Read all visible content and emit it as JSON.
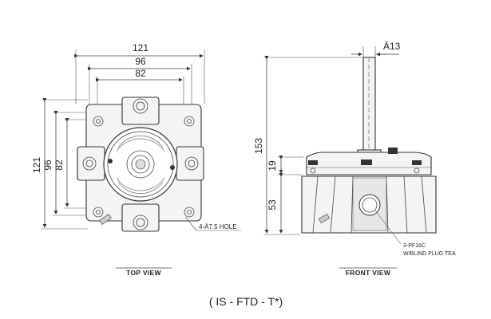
{
  "top_view": {
    "dims": {
      "overall_width": "121",
      "middle_width": "96",
      "inner_width": "82",
      "overall_height": "121",
      "middle_height": "96",
      "inner_height": "82"
    },
    "hole_note": "4-Ä7.5 HOLE",
    "label": "TOP VIEW"
  },
  "front_view": {
    "dims": {
      "shaft_dia": "Ä13",
      "total_height": "153",
      "flange_height": "19",
      "base_height": "53"
    },
    "port_note_line1": "3-PF16C",
    "port_note_line2": "W/BLIND PLUG TEA",
    "label": "FRONT VIEW"
  },
  "model_code": "( IS - FTD - T*)"
}
